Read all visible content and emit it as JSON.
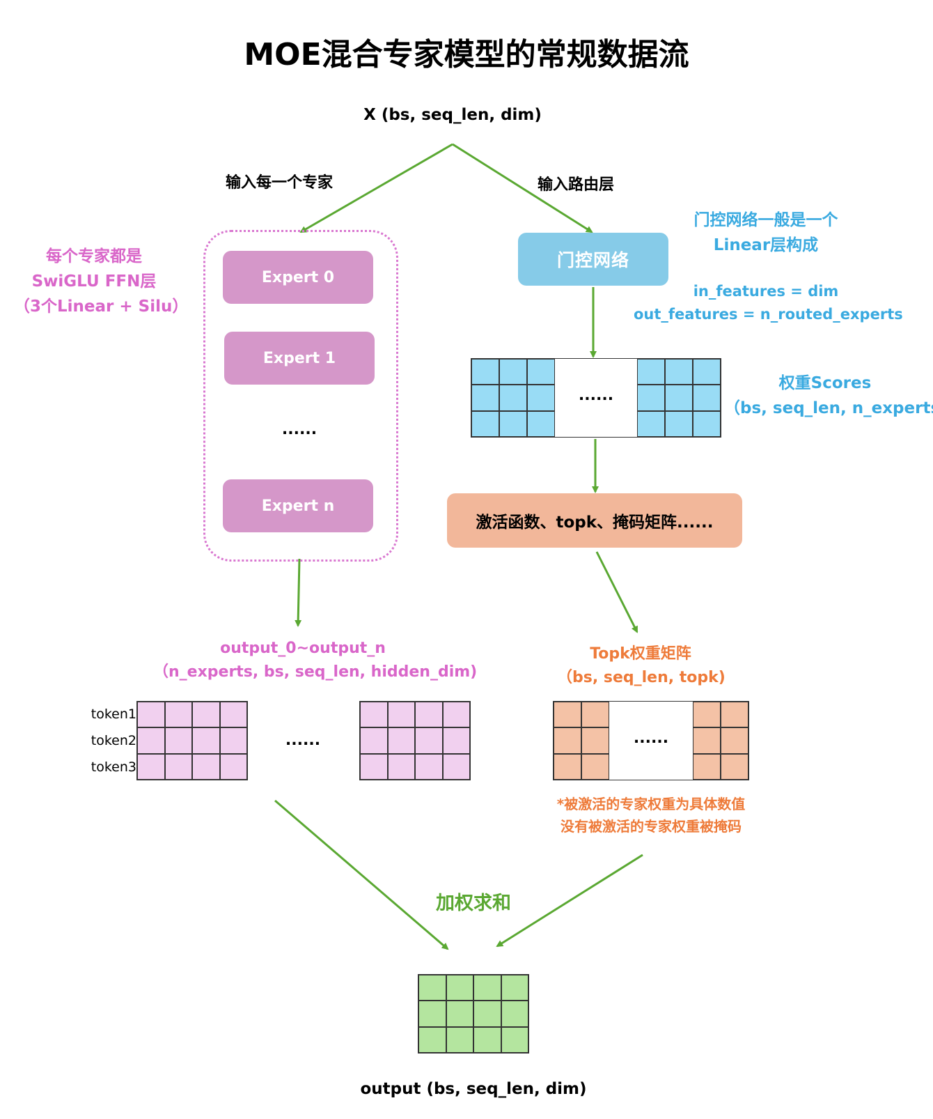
{
  "title": "MOE混合专家模型的常规数据流",
  "input_label": "X (bs, seq_len, dim)",
  "branch_left_label": "输入每一个专家",
  "branch_right_label": "输入路由层",
  "experts_note": {
    "line1": "每个专家都是",
    "line2": "SwiGLU FFN层",
    "line3": "（3个Linear + Silu）"
  },
  "experts": {
    "expert_0": "Expert 0",
    "expert_1": "Expert 1",
    "ellipsis": "......",
    "expert_n": "Expert n"
  },
  "gate": {
    "label": "门控网络",
    "note_line1": "门控网络一般是一个",
    "note_line2": "Linear层构成",
    "in_features": "in_features = dim",
    "out_features": "out_features = n_routed_experts"
  },
  "scores": {
    "ellipsis": "......",
    "label_line1": "权重Scores",
    "label_line2": "（bs, seq_len, n_experts）"
  },
  "activation": {
    "label": "激活函数、topk、掩码矩阵......"
  },
  "outputs": {
    "label_line1": "output_0~output_n",
    "label_line2": "（n_experts, bs, seq_len, hidden_dim)",
    "tokens": [
      "token1",
      "token2",
      "token3"
    ],
    "ellipsis": "......"
  },
  "topk": {
    "label_line1": "Topk权重矩阵",
    "label_line2": "（bs, seq_len, topk)",
    "ellipsis": "......",
    "note_line1": "*被激活的专家权重为具体数值",
    "note_line2": "没有被激活的专家权重被掩码"
  },
  "weighted_sum_label": "加权求和",
  "final_output_label": "output (bs, seq_len, dim)",
  "colors": {
    "arrow": "#5aa832",
    "expert_fill": "#d597c9",
    "gate_fill": "#86cbe8",
    "activation_fill": "#f2b79a",
    "score_cell": "#99dcf5",
    "output_cell": "#f1d0ef",
    "topk_cell": "#f4c2a6",
    "final_cell": "#b4e59f",
    "pink_text": "#d966c9",
    "blue_text": "#3aaae0",
    "orange_text": "#ee7b3a"
  }
}
